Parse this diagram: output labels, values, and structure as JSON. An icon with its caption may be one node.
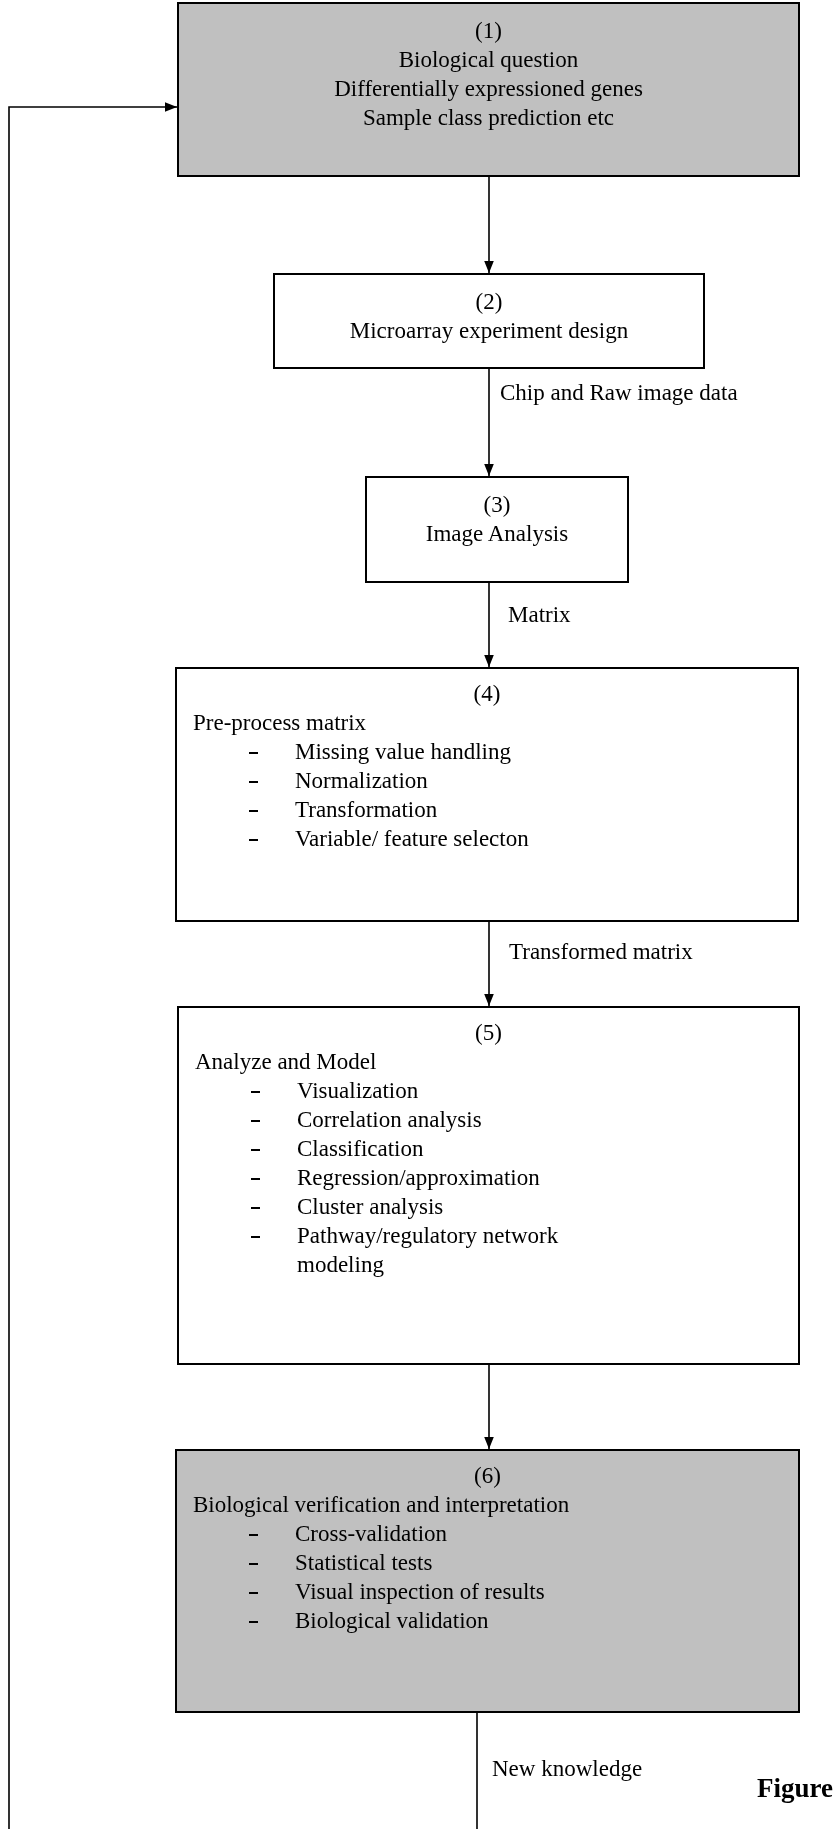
{
  "diagram": {
    "nodes": [
      {
        "text": [
          "(1)",
          "Biological question",
          "Differentially expressioned genes",
          "Sample class prediction etc"
        ]
      },
      {
        "text": [
          "(2)",
          "Microarray experiment design"
        ]
      },
      {
        "text": [
          "(3)",
          "Image Analysis"
        ]
      },
      {
        "text": [
          "(4)",
          "Pre-process matrix",
          "Missing value handling",
          "Normalization",
          "Transformation",
          "Variable/ feature selecton"
        ]
      },
      {
        "text": [
          "(5)",
          "Analyze and Model",
          "Visualization",
          "Correlation analysis",
          "Classification",
          "Regression/approximation",
          "Cluster analysis",
          "Pathway/regulatory network modeling"
        ]
      },
      {
        "text": [
          "(6)",
          "Biological verification and interpretation",
          "Cross-validation",
          "Statistical tests",
          "Visual inspection of results",
          "Biological validation"
        ]
      }
    ],
    "edges": [
      {
        "from": 0,
        "to": 1,
        "arrow": "to"
      },
      {
        "from": 1,
        "to": 2,
        "arrow": "to",
        "label": "Chip and Raw image data"
      },
      {
        "from": 2,
        "to": 3,
        "arrow": "to",
        "label": "Matrix"
      },
      {
        "from": 3,
        "to": 4,
        "arrow": "to",
        "label": "Transformed matrix"
      },
      {
        "from": 4,
        "to": 5,
        "arrow": "to"
      },
      {
        "from": 5,
        "to": 0,
        "arrow": "to",
        "label": "New knowledge"
      }
    ],
    "labels": [
      "Figure"
    ]
  }
}
